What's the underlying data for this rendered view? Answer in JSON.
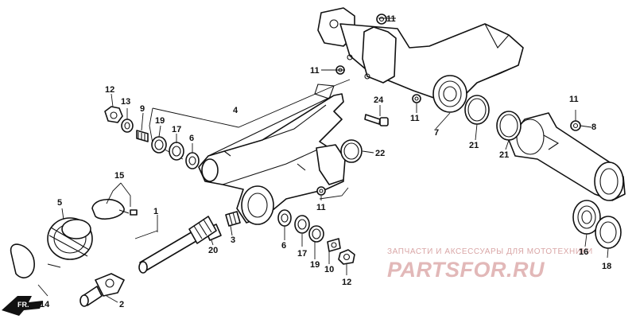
{
  "callouts": {
    "c1": "1",
    "c2": "2",
    "c3": "3",
    "c4": "4",
    "c5": "5",
    "c6a": "6",
    "c6b": "6",
    "c7": "7",
    "c8": "8",
    "c9": "9",
    "c10": "10",
    "c11a": "11",
    "c11b": "11",
    "c11c": "11",
    "c11d": "11",
    "c11e": "11",
    "c12a": "12",
    "c12b": "12",
    "c13": "13",
    "c14": "14",
    "c15": "15",
    "c16": "16",
    "c17a": "17",
    "c17b": "17",
    "c18": "18",
    "c19a": "19",
    "c19b": "19",
    "c20": "20",
    "c21a": "21",
    "c21b": "21",
    "c22": "22",
    "c24": "24"
  },
  "direction_label": "FR.",
  "watermark": {
    "tagline": "ЗАПЧАСТИ И АКСЕССУАРЫ ДЛЯ МОТОТЕХНИКИ",
    "logo": "PARTSFOR.RU"
  }
}
